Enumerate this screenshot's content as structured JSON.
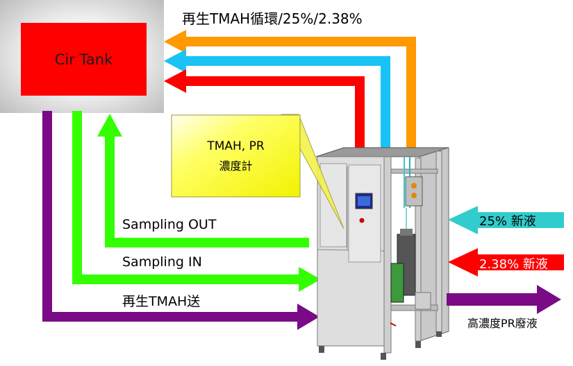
{
  "tank": {
    "label": "Cir Tank"
  },
  "callout": {
    "line1": "TMAH, PR",
    "line2": "濃度計"
  },
  "labels": {
    "recirc": "再生TMAH循環/25%/2.38%",
    "sampling_out": "Sampling OUT",
    "sampling_in": "Sampling IN",
    "send": "再生TMAH送",
    "new_25": "25% 新液",
    "new_238": "2.38% 新液",
    "waste": "高濃度PR廢液"
  },
  "colors": {
    "tank_red": "#ff0000",
    "recirc_orange": "#ff9900",
    "recirc_cyan": "#19c3f5",
    "recirc_red": "#ff0000",
    "sampling_green": "#33ff00",
    "send_purple": "#7a0a86",
    "inlet_25_teal": "#33cccc",
    "inlet_238_red": "#ff0000",
    "waste_purple": "#7a0a86",
    "callout_yellow": "#ffff33"
  }
}
